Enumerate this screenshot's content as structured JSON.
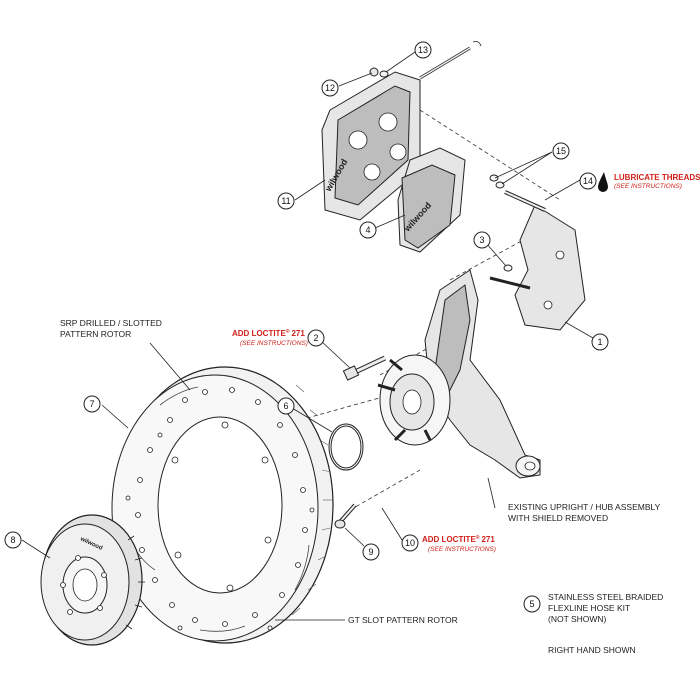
{
  "callouts": [
    {
      "n": "1"
    },
    {
      "n": "2"
    },
    {
      "n": "3"
    },
    {
      "n": "4"
    },
    {
      "n": "5"
    },
    {
      "n": "6"
    },
    {
      "n": "7"
    },
    {
      "n": "8"
    },
    {
      "n": "9"
    },
    {
      "n": "10"
    },
    {
      "n": "11"
    },
    {
      "n": "12"
    },
    {
      "n": "13"
    },
    {
      "n": "14"
    },
    {
      "n": "15"
    }
  ],
  "labels": {
    "lubricate_threads": "LUBRICATE THREADS",
    "see_instructions": "(SEE INSTRUCTIONS)",
    "add_loctite_271": "ADD LOCTITE",
    "loctite_reg": "®",
    "loctite_num": "271",
    "srp_rotor_line1": "SRP DRILLED / SLOTTED",
    "srp_rotor_line2": "PATTERN ROTOR",
    "upright_line1": "EXISTING UPRIGHT / HUB ASSEMBLY",
    "upright_line2": "WITH SHIELD REMOVED",
    "gt_rotor": "GT SLOT PATTERN ROTOR",
    "hose_line1": "STAINLESS STEEL BRAIDED",
    "hose_line2": "FLEXLINE HOSE KIT",
    "hose_line3": "(NOT SHOWN)",
    "right_hand": "RIGHT HAND SHOWN"
  },
  "branding": {
    "caliper_logo": "wilwood",
    "pad_logo": "wilwood",
    "hat_logo": "wilwood"
  },
  "colors": {
    "accent_red": "#d0201a",
    "line": "#222222",
    "part_fill": "#e6e6e6"
  },
  "icons": {
    "lube": "oil-drop-icon"
  }
}
